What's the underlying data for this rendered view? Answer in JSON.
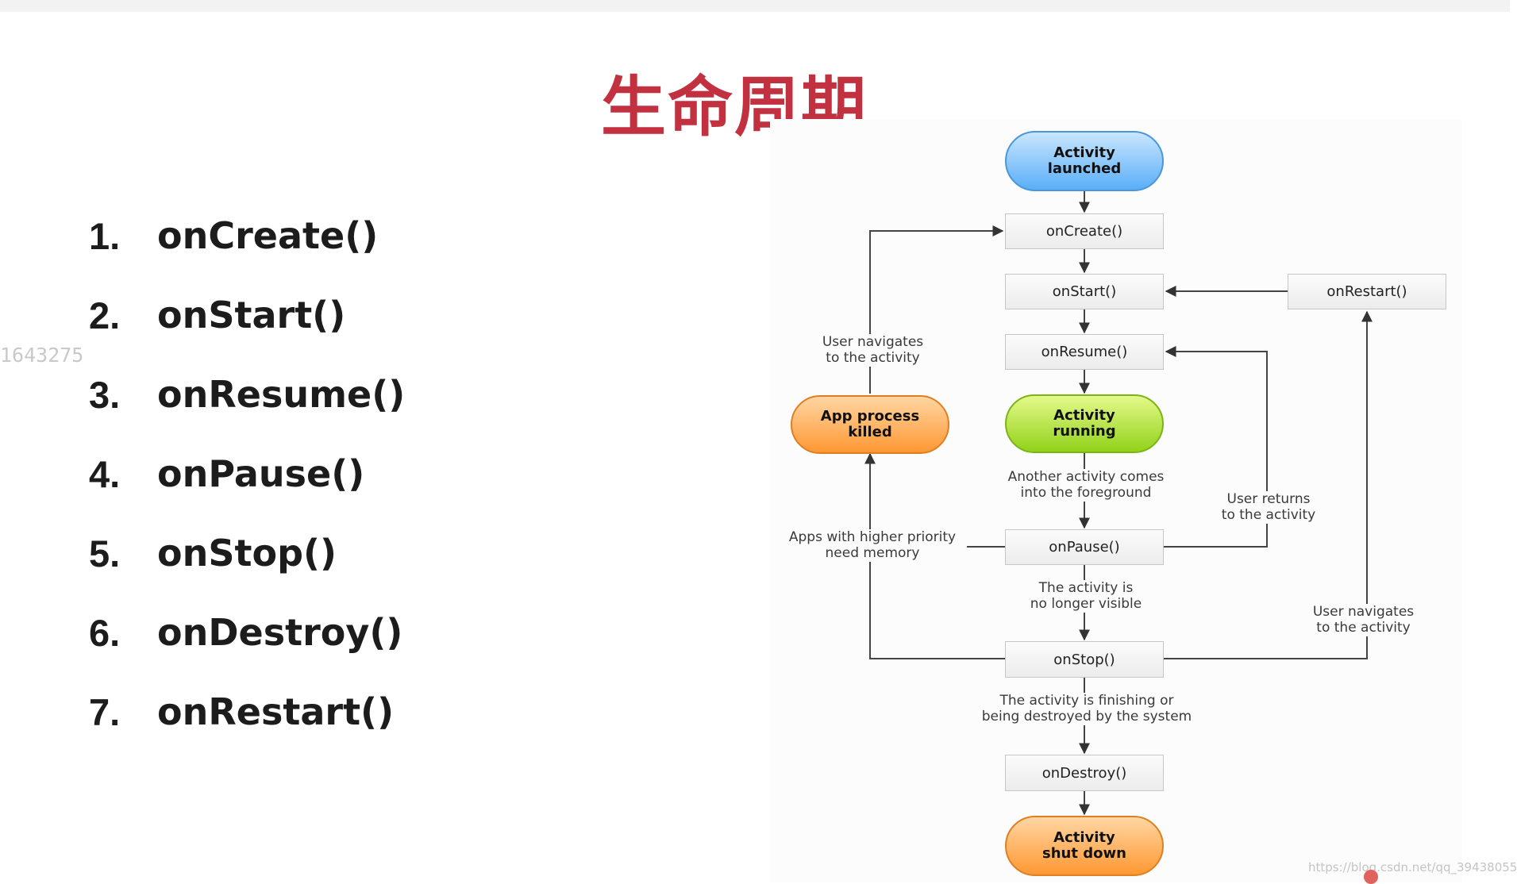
{
  "slide": {
    "title": "生命周期"
  },
  "watermarks": {
    "left": "1643275",
    "bottom": "https://blog.csdn.net/qq_39438055"
  },
  "methods": [
    {
      "num": "1.",
      "name": "onCreate()"
    },
    {
      "num": "2.",
      "name": "onStart()"
    },
    {
      "num": "3.",
      "name": "onResume()"
    },
    {
      "num": "4.",
      "name": "onPause()"
    },
    {
      "num": "5.",
      "name": "onStop()"
    },
    {
      "num": "6.",
      "name": "onDestroy()"
    },
    {
      "num": "7.",
      "name": "onRestart()"
    }
  ],
  "diagram": {
    "states": {
      "launched": "Activity\nlaunched",
      "running": "Activity\nrunning",
      "killed": "App process\nkilled",
      "shutdown": "Activity\nshut down"
    },
    "callbacks": {
      "oncreate": "onCreate()",
      "onstart": "onStart()",
      "onresume": "onResume()",
      "onpause": "onPause()",
      "onstop": "onStop()",
      "ondestroy": "onDestroy()",
      "onrestart": "onRestart()"
    },
    "labels": {
      "navigates_top": "User navigates\nto the activity",
      "foreground": "Another activity comes\ninto the foreground",
      "user_returns": "User returns\nto the activity",
      "higher_priority": "Apps with higher priority\nneed memory",
      "no_longer_visible": "The activity is\nno longer visible",
      "navigates_right": "User navigates\nto the activity",
      "finishing": "The activity is finishing or\nbeing destroyed by the system"
    },
    "colors": {
      "launched": "#5aaef7",
      "running": "#92d21a",
      "process": "#ff9833",
      "line": "#333333"
    }
  }
}
